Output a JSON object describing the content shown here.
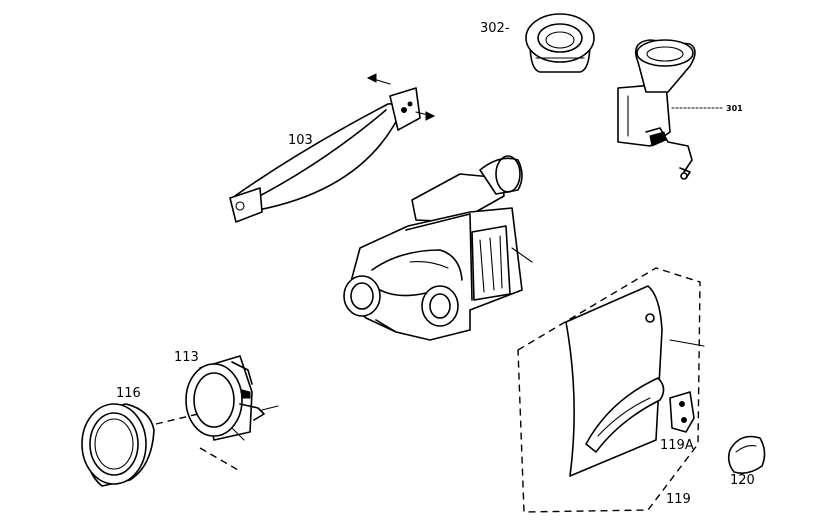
{
  "labels": {
    "l302": "302-",
    "l301": "301",
    "l103": "103",
    "l113": "113",
    "l116": "116",
    "l119A": "119A",
    "l119": "119",
    "l120": "120"
  }
}
